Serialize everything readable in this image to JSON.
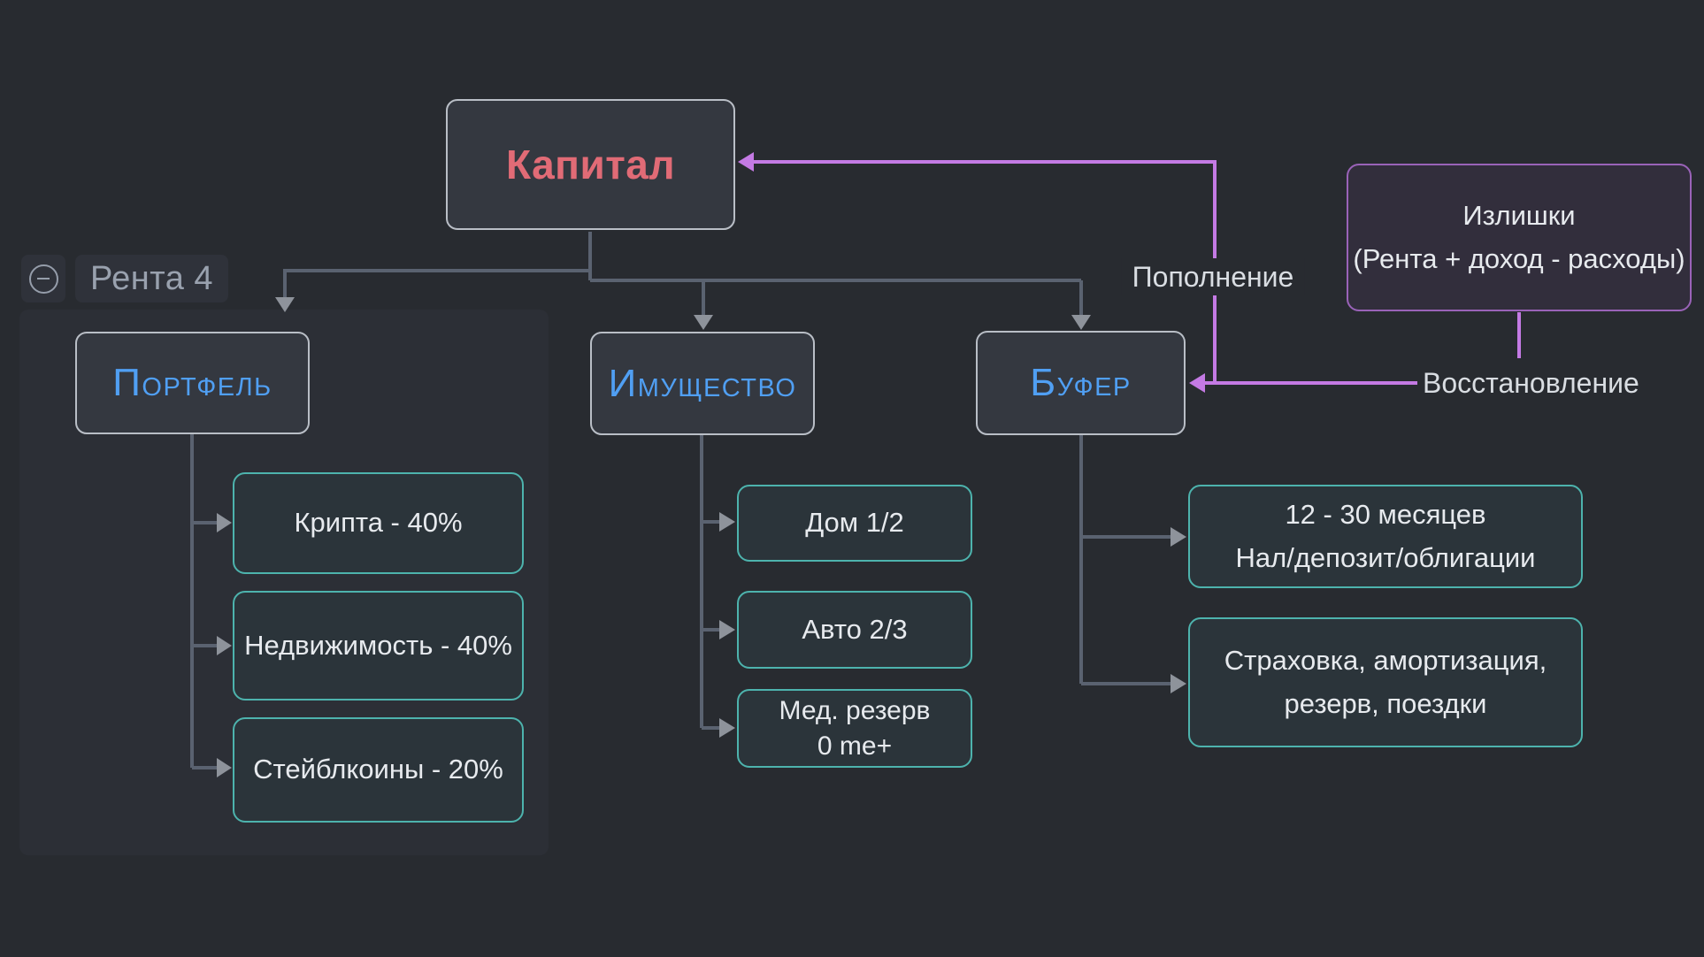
{
  "root": {
    "label": "Капитал"
  },
  "collapse": {
    "icon": "minus-circle-icon",
    "label": "Рента 4"
  },
  "branches": [
    {
      "label": "Портфель",
      "children": [
        "Крипта - 40%",
        "Недвижимость - 40%",
        "Стейблкоины - 20%"
      ]
    },
    {
      "label": "Имущество",
      "children": [
        "Дом 1/2",
        "Авто 2/3",
        "Мед. резерв\n0 me+"
      ]
    },
    {
      "label": "Буфер",
      "children": [
        "12 - 30 месяцев\nНал/депозит/облигации",
        "Страховка, амортизация,\nрезерв, поездки"
      ]
    }
  ],
  "surplus": {
    "text": "Излишки\n(Рента + доход - расходы)"
  },
  "edge_labels": {
    "replenish": "Пополнение",
    "restore": "Восстановление"
  },
  "colors": {
    "background": "#282b30",
    "root_text": "#e16b76",
    "branch_text": "#509ff3",
    "leaf_border": "#4db3ad",
    "surplus_border": "#9a63b8",
    "edge_gray": "#5a6270",
    "edge_magenta": "#c47ae4"
  }
}
